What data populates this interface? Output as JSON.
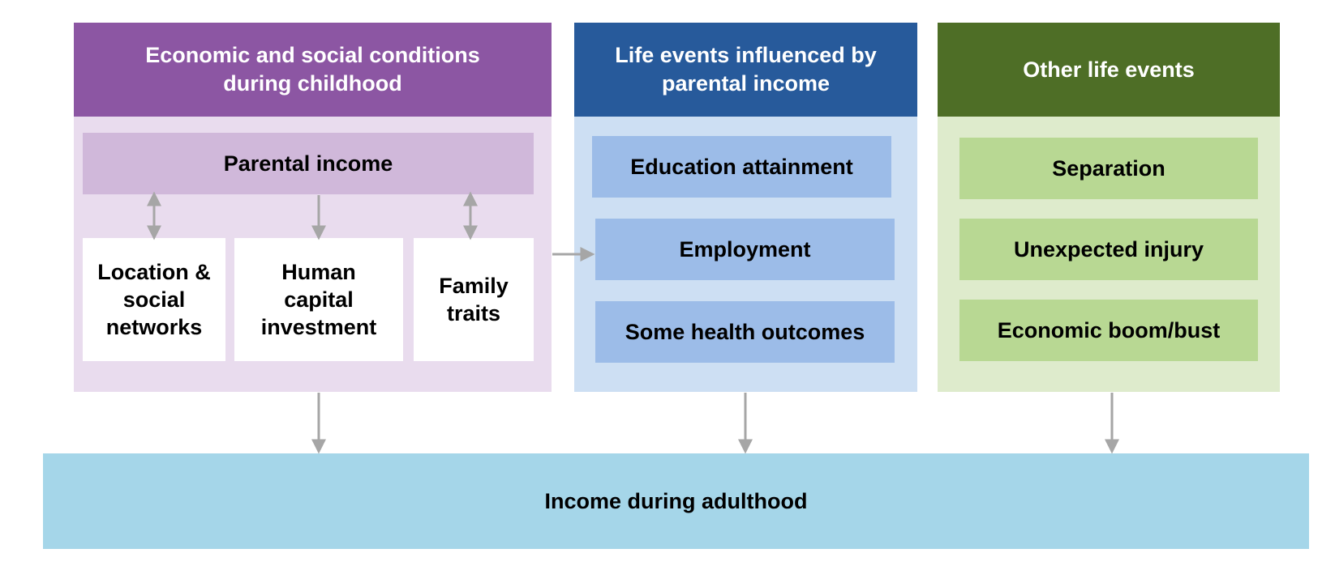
{
  "colors": {
    "purple_header": "#8c56a3",
    "purple_body": "#e9dcee",
    "purple_inner": "#d0b8da",
    "blue_header": "#275a9b",
    "blue_body": "#cddff3",
    "blue_inner": "#9cbce8",
    "green_header": "#4e6e26",
    "green_body": "#deebcc",
    "green_inner": "#b8d893",
    "bottom": "#a5d6e9",
    "arrow": "#a6a6a6"
  },
  "columns": {
    "childhood": {
      "title": "Economic and social conditions during childhood",
      "parental_income": "Parental income",
      "factors": [
        "Location & social networks",
        "Human capital investment",
        "Family traits"
      ]
    },
    "influenced": {
      "title": "Life events influenced by parental income",
      "items": [
        "Education attainment",
        "Employment",
        "Some health outcomes"
      ]
    },
    "other": {
      "title": "Other life events",
      "items": [
        "Separation",
        "Unexpected injury",
        "Economic boom/bust"
      ]
    }
  },
  "outcome": {
    "label": "Income during adulthood"
  }
}
